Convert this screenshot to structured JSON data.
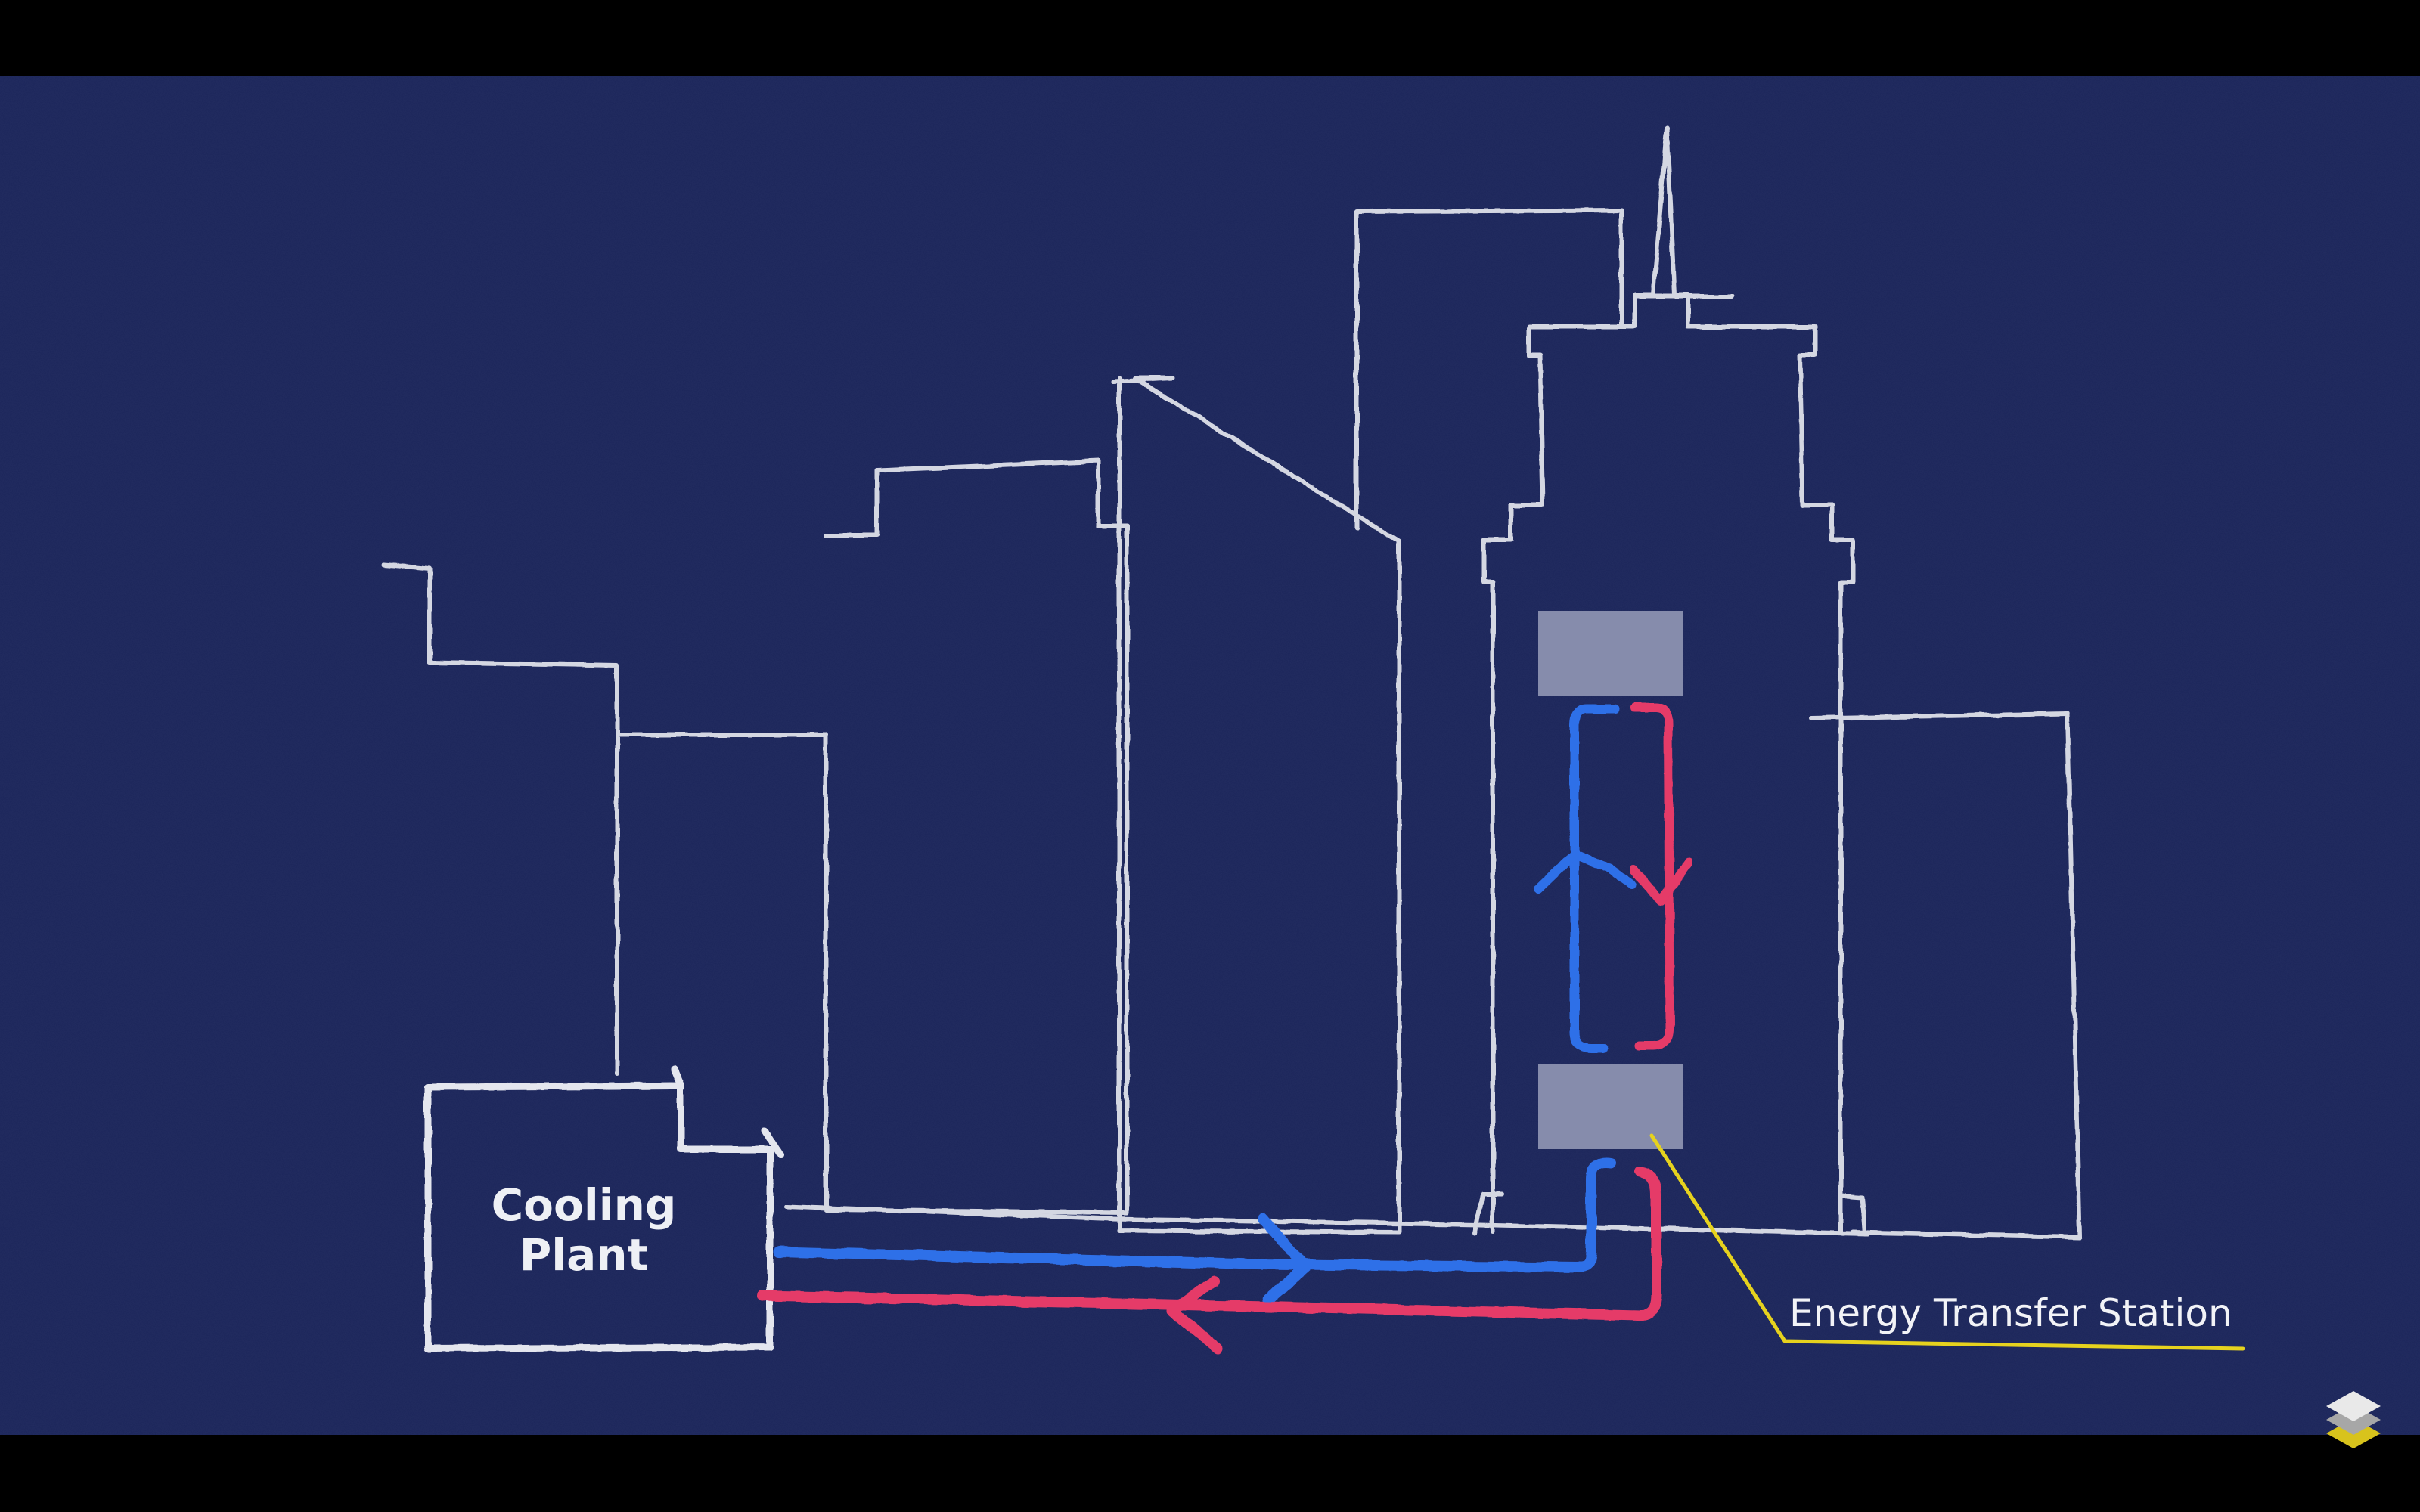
{
  "diagram": {
    "plant_label_line1": "Cooling",
    "plant_label_line2": "Plant",
    "station_label": "Energy Transfer Station"
  },
  "colors": {
    "background": "#1a2459",
    "chalk_white": "#e4e6ee",
    "supply_blue": "#2f6fe8",
    "return_red": "#e53a68",
    "callout_yellow": "#e6d21e",
    "exchanger_box": "#8f95b3",
    "logo_white": "#e9e9e9",
    "logo_yellow": "#d8c31c"
  },
  "icons": {
    "watermark": "stacked-layers-logo-icon"
  }
}
